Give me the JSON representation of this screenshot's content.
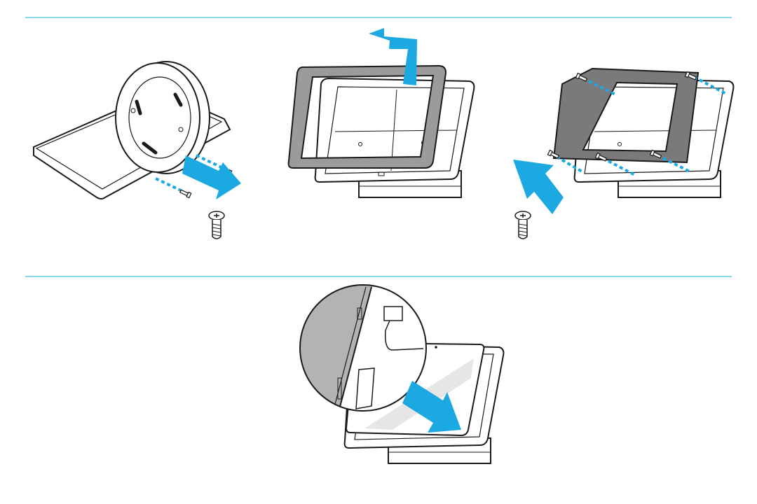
{
  "colors": {
    "accent": "#1ca9e1",
    "rule": "#3ec3d8",
    "line": "#1a1a1a",
    "frame_gray": "#9b9b9b",
    "plate_gray": "#7a7a7a",
    "zoom_fill": "#b3b3b3",
    "panel_fill": "#ffffff"
  },
  "icons": {
    "arrow": "arrow-icon",
    "screw": "screw-icon",
    "dotted_line": "dotted-guide-icon"
  },
  "steps": [
    {
      "id": "remove-screws",
      "arrow_direction": "down-right",
      "screw_count": 2
    },
    {
      "id": "remove-frame",
      "arrow_direction": "up-left"
    },
    {
      "id": "attach-bracket",
      "arrow_direction": "up-right",
      "screw_count": 4
    },
    {
      "id": "connect-cable",
      "arrow_direction": "down-right",
      "zoom": true
    }
  ]
}
